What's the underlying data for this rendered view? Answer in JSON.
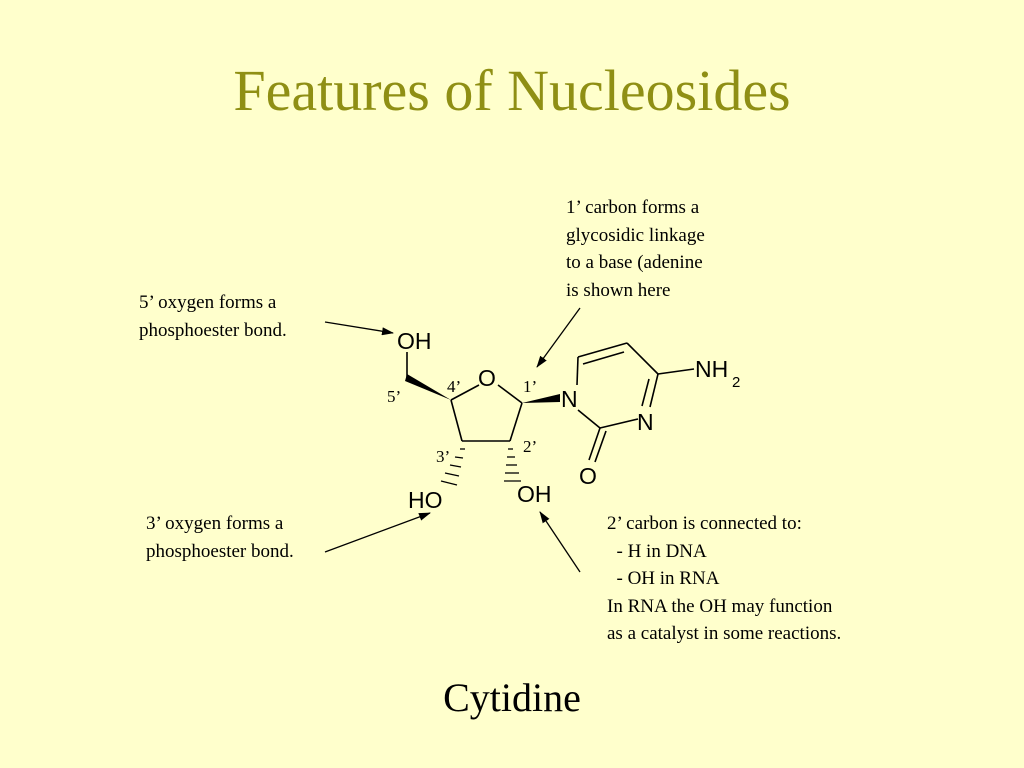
{
  "slide": {
    "title": "Features of Nucleosides",
    "caption": "Cytidine"
  },
  "annotations": {
    "c1": "1’ carbon forms a\nglycosidic linkage\nto a base (adenine\nis shown here",
    "o5": "5’ oxygen forms a\nphosphoester bond.",
    "o3": "3’ oxygen forms a\nphosphoester bond.",
    "c2": "2’ carbon is connected to:\n  - H in DNA\n  - OH in RNA\nIn RNA the OH may function\nas a catalyst in some reactions."
  },
  "molecule": {
    "atoms": {
      "oh5": "OH",
      "ring_o": "O",
      "n1": "N",
      "n3": "N",
      "nh": "NH",
      "nh_sub": "2",
      "carbonyl_o": "O",
      "ho3": "HO",
      "oh2": "OH"
    },
    "carbon_labels": {
      "c1": "1’",
      "c2": "2’",
      "c3": "3’",
      "c4": "4’",
      "c5": "5’"
    }
  },
  "colors": {
    "background": "#ffffcc",
    "title": "#8f8f14"
  }
}
